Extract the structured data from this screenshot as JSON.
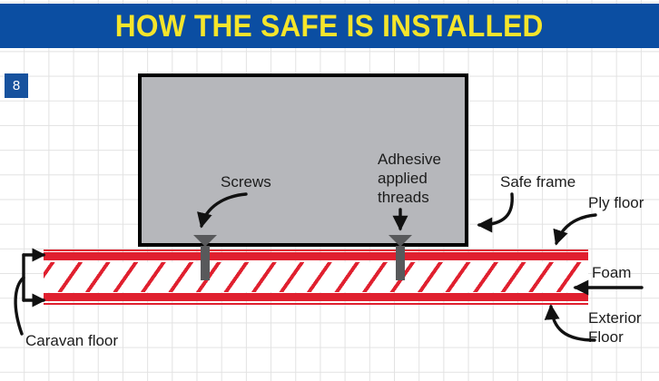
{
  "header": {
    "title": "HOW THE SAFE IS INSTALLED",
    "bar_color": "#0B4EA2",
    "text_color": "#F5E52B"
  },
  "page_badge": {
    "number": "8",
    "bg_color": "#17529E",
    "text_color": "#FFFFFF"
  },
  "diagram": {
    "safe_body": {
      "fill_color": "#B6B7BB",
      "border_color": "#000000"
    },
    "floor": {
      "accent_color": "#E0202F",
      "layers": [
        {
          "name": "ply-floor-top-line",
          "type": "thin-line"
        },
        {
          "name": "ply-floor-band",
          "type": "thick-band"
        },
        {
          "name": "foam-core",
          "type": "hatched"
        },
        {
          "name": "exterior-floor-band",
          "type": "thick-band"
        },
        {
          "name": "exterior-floor-bottom-line",
          "type": "thin-line"
        }
      ]
    },
    "screws": {
      "count": 2,
      "color": "#58595B"
    }
  },
  "labels": {
    "screws": "Screws",
    "adhesive_line1": "Adhesive",
    "adhesive_line2": "applied",
    "adhesive_line3": "threads",
    "safe_frame": "Safe frame",
    "ply_floor": "Ply floor",
    "foam": "Foam",
    "exterior_line1": "Exterior",
    "exterior_line2": "Floor",
    "caravan_floor": "Caravan floor"
  }
}
